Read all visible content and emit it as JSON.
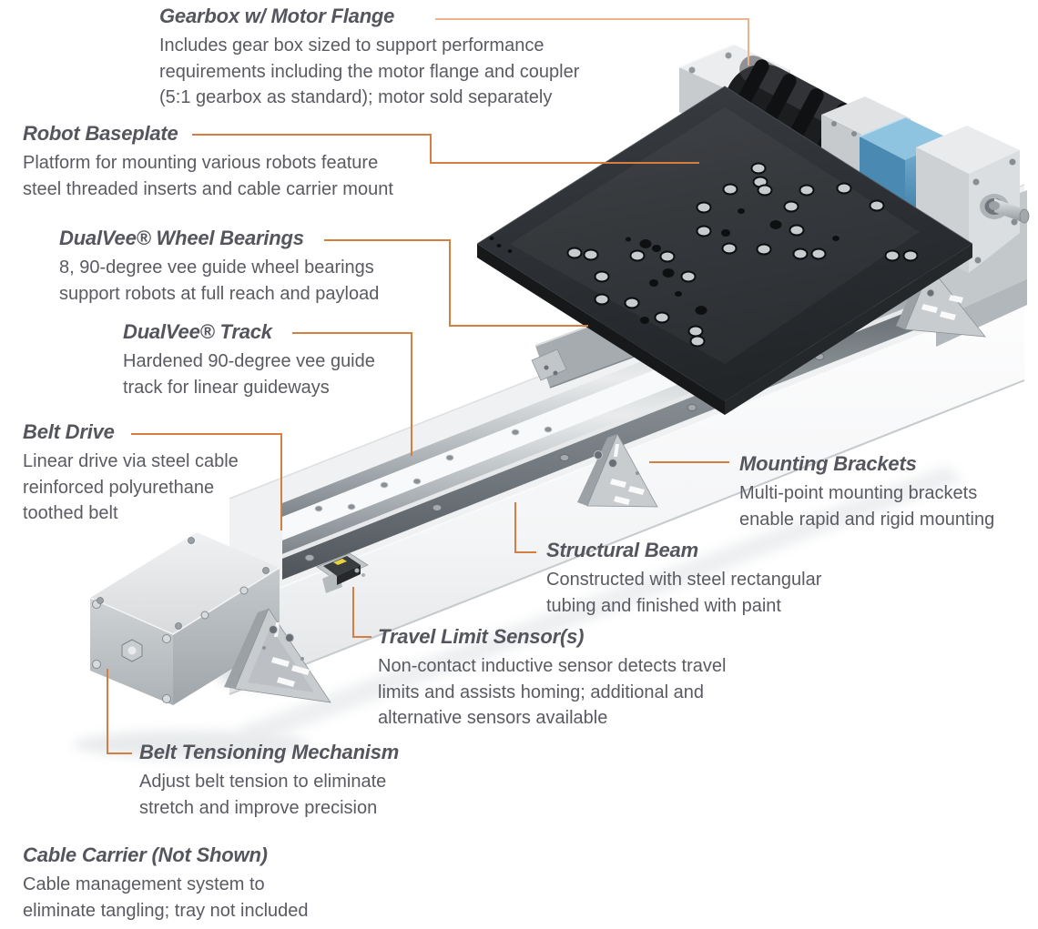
{
  "colors": {
    "accent": "#D57E42",
    "accent_light": "#EDB28C",
    "title": "#54555D",
    "body": "#5A5B62",
    "plate": "#2E3134",
    "motor_blue": "#5D9EC5",
    "sensor_yellow": "#E5D23F"
  },
  "labels": {
    "gearbox": {
      "title": "Gearbox w/ Motor Flange",
      "desc": "Includes gear box sized to support performance\nrequirements including the motor flange and coupler\n(5:1 gearbox as standard); motor sold separately"
    },
    "robot_baseplate": {
      "title": "Robot Baseplate",
      "desc": "Platform for mounting various robots feature\nsteel threaded inserts and cable carrier mount"
    },
    "wheel_bearings": {
      "title": "DualVee® Wheel Bearings",
      "desc": "8, 90-degree vee guide wheel bearings\nsupport robots at full reach and payload"
    },
    "track": {
      "title": "DualVee® Track",
      "desc": "Hardened 90-degree vee guide\ntrack for linear guideways"
    },
    "belt_drive": {
      "title": "Belt Drive",
      "desc": "Linear drive via steel cable\nreinforced polyurethane\ntoothed belt"
    },
    "mounting_brackets": {
      "title": "Mounting Brackets",
      "desc": "Multi-point mounting brackets\nenable rapid and rigid mounting"
    },
    "structural_beam": {
      "title": "Structural Beam",
      "desc": "Constructed with steel rectangular\ntubing and finished with paint"
    },
    "travel_limit_sensor": {
      "title": "Travel Limit Sensor(s)",
      "desc": "Non-contact inductive sensor detects travel\nlimits and assists homing; additional and\nalternative sensors available"
    },
    "belt_tensioning": {
      "title": "Belt Tensioning Mechanism",
      "desc": "Adjust belt tension to eliminate\nstretch and improve precision"
    },
    "cable_carrier": {
      "title": "Cable Carrier (Not Shown)",
      "desc": "Cable management system to\neliminate tangling; tray not included"
    }
  }
}
